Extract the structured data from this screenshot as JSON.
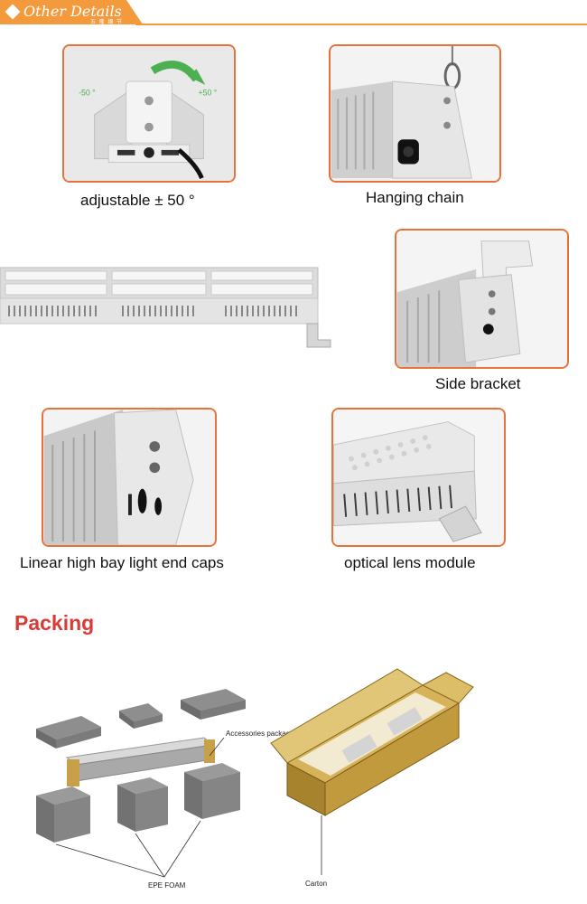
{
  "header": {
    "title": "Other Details",
    "subtitle": "五 隆 细 节"
  },
  "features": [
    {
      "caption": "adjustable ± 50 °",
      "angle_left": "-50 °",
      "angle_right": "+50 °"
    },
    {
      "caption": "Hanging chain"
    },
    {
      "caption": "Side bracket"
    },
    {
      "caption": "Linear high bay light end caps"
    },
    {
      "caption": "optical  lens module"
    }
  ],
  "packing": {
    "title": "Packing",
    "labels": {
      "accessories": "Accessories package",
      "foam": "EPE FOAM",
      "carton": "Carton"
    }
  },
  "colors": {
    "accent": "#f39a3c",
    "frame": "#e8733a",
    "packing_title": "#d93b35"
  }
}
